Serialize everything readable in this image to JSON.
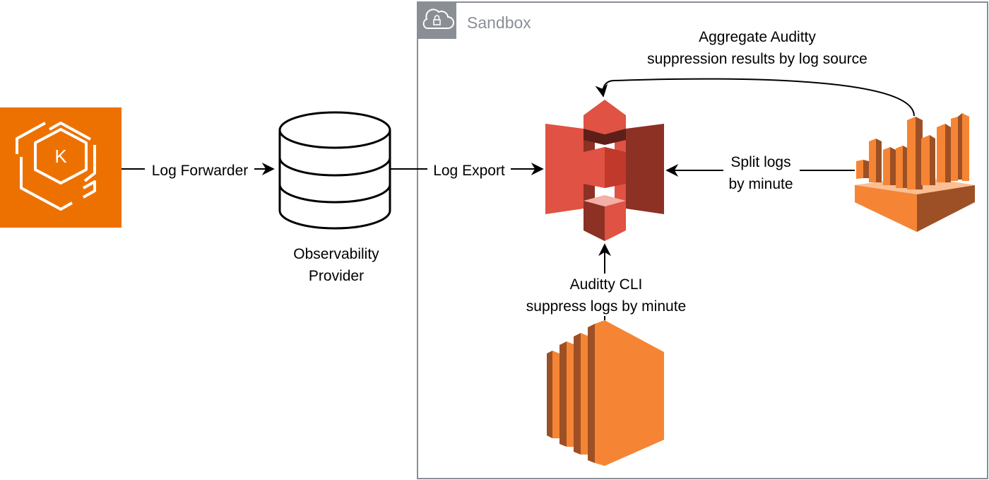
{
  "sandbox": {
    "title": "Sandbox",
    "border_color": "#8a8f96",
    "icon": "cloud-lock-icon"
  },
  "nodes": {
    "kubernetes": {
      "icon": "kubernetes-eks-icon",
      "color": "#ed7100",
      "label": "K"
    },
    "observability": {
      "icon": "database-icon",
      "label_line1": "Observability",
      "label_line2": "Provider"
    },
    "s3": {
      "icon": "s3-bucket-icon",
      "color": "#e05243"
    },
    "ec2": {
      "icon": "ec2-instance-icon",
      "color": "#f58534"
    },
    "analytics": {
      "icon": "analytics-bar-chart-icon",
      "color": "#f58534"
    }
  },
  "edges": {
    "log_forwarder": "Log Forwarder",
    "log_export": "Log Export",
    "split_logs_line1": "Split logs",
    "split_logs_line2": "by minute",
    "auditty_cli_line1": "Auditty CLI",
    "auditty_cli_line2": "suppress logs by minute",
    "aggregate_line1": "Aggregate Auditty",
    "aggregate_line2": "suppression results by log source"
  }
}
